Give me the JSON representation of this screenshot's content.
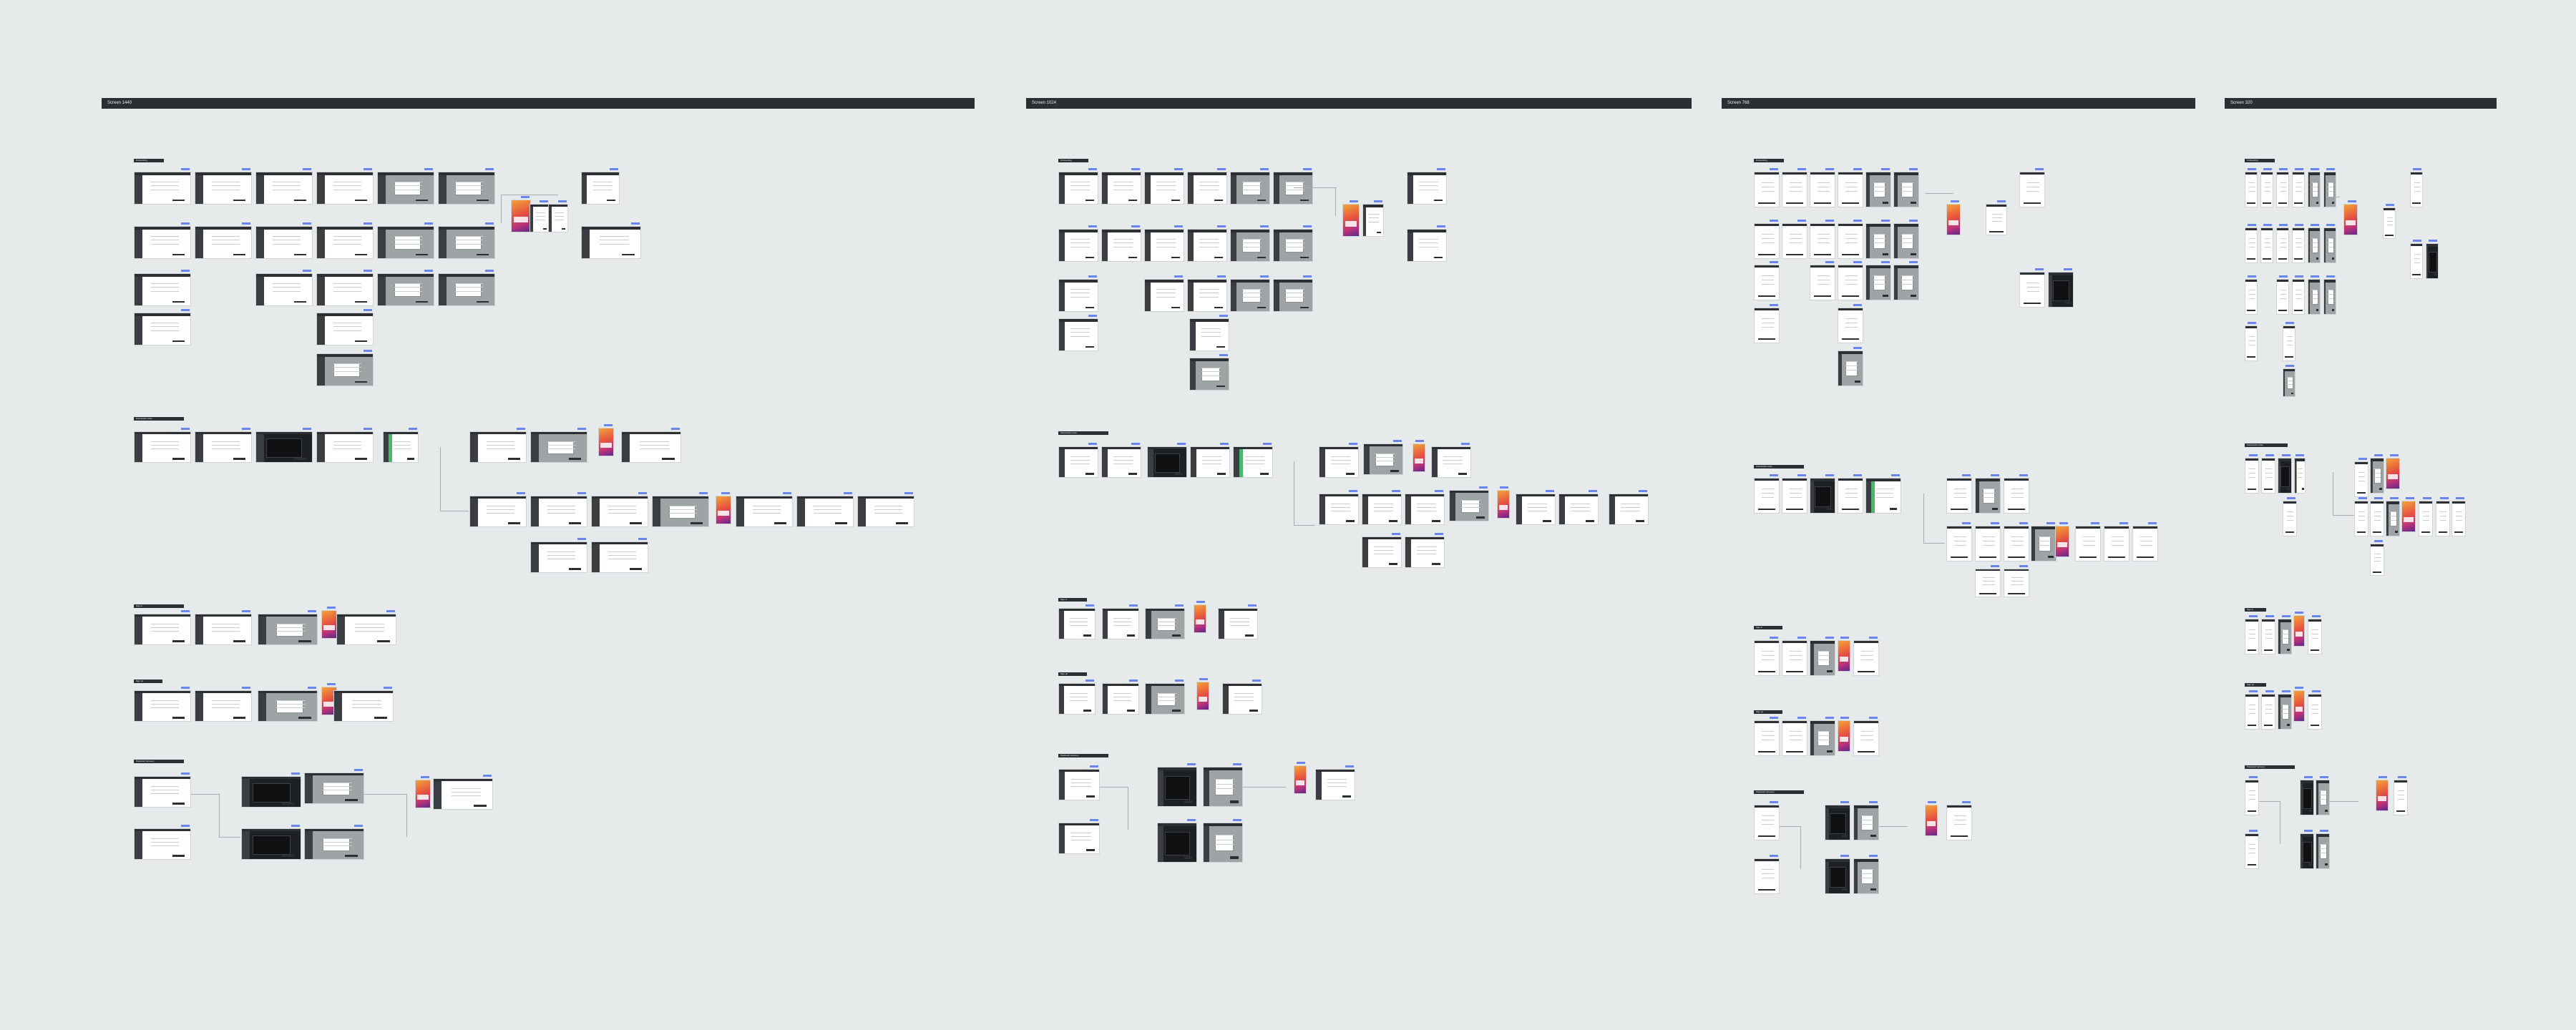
{
  "canvas": {
    "background": "#e7eaeb",
    "sections": [
      {
        "id": "desktop",
        "title": "Screen 1440"
      },
      {
        "id": "tablet",
        "title": "Screen 1024"
      },
      {
        "id": "mobile-lg",
        "title": "Screen 768"
      },
      {
        "id": "mobile-sm",
        "title": "Screen 320"
      }
    ],
    "flow_labels": [
      "Onboarding",
      "Subscription flow",
      "Sign in",
      "Sign up",
      "Password recovery"
    ]
  },
  "colors": {
    "header": "#2b2f33",
    "frame_bg": "#ffffff",
    "overlay": "#9ea3a6",
    "dark_modal": "#1e2124",
    "success": "#45b96a",
    "gradient_start": "#f2a33a",
    "gradient_mid": "#e6533f",
    "gradient_end": "#5b2a86",
    "tag_blue": "#4a6cf0",
    "connector": "#a7adb1"
  },
  "icons": [
    "screen-frame-icon",
    "connector-arrow-icon"
  ]
}
